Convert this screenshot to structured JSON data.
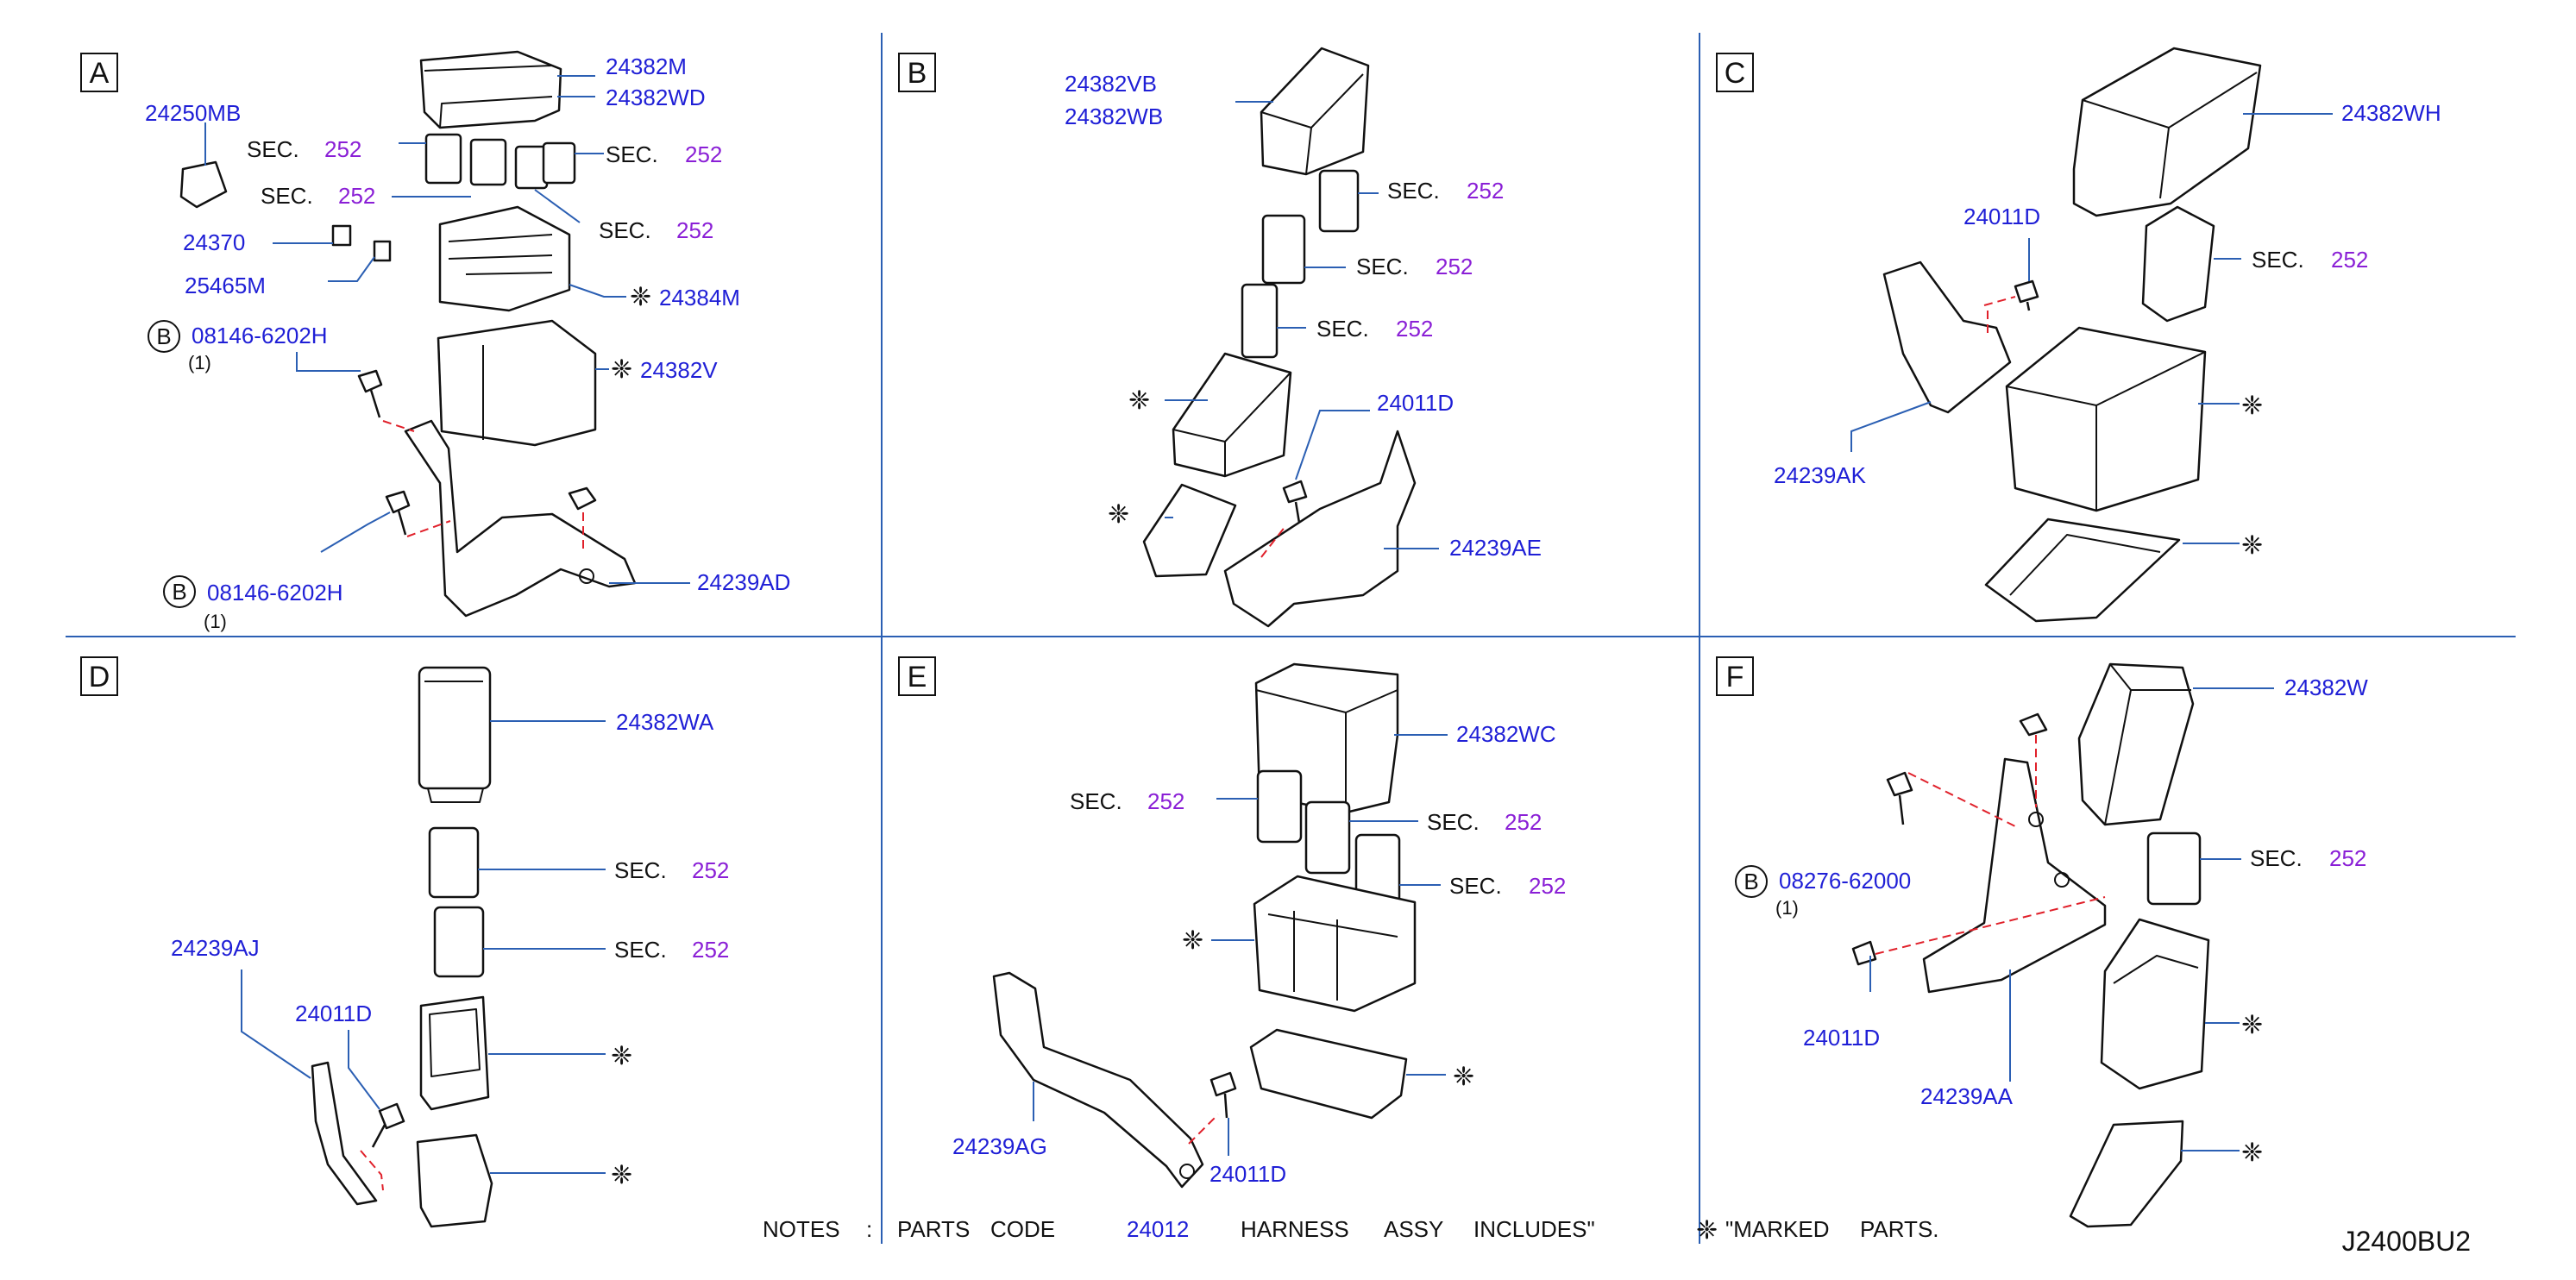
{
  "panels": [
    {
      "letter": "A"
    },
    {
      "letter": "B"
    },
    {
      "letter": "C"
    },
    {
      "letter": "D"
    },
    {
      "letter": "E"
    },
    {
      "letter": "F"
    }
  ],
  "sec_label": "SEC.",
  "sec_number": "252",
  "asterisk": "❈",
  "bolt_marker": "B",
  "panel_a": {
    "p1": "24382M",
    "p2": "24382WD",
    "p3": "24250MB",
    "p4": "24370",
    "p5": "25465M",
    "p6": "24384M",
    "p7": "24382V",
    "p8": "08146-6202H",
    "p8_qty": "(1)",
    "p9": "08146-6202H",
    "p9_qty": "(1)",
    "p10": "24239AD"
  },
  "panel_b": {
    "p1": "24382VB",
    "p2": "24382WB",
    "p3": "24011D",
    "p4": "24239AE"
  },
  "panel_c": {
    "p1": "24382WH",
    "p2": "24011D",
    "p3": "24239AK"
  },
  "panel_d": {
    "p1": "24382WA",
    "p2": "24239AJ",
    "p3": "24011D"
  },
  "panel_e": {
    "p1": "24382WC",
    "p2": "24239AG",
    "p3": "24011D"
  },
  "panel_f": {
    "p1": "24382W",
    "p2": "08276-62000",
    "p2_qty": "(1)",
    "p3": "24011D",
    "p4": "24239AA"
  },
  "notes": {
    "label": "NOTES",
    "colon": ":",
    "w1": "PARTS",
    "w2": "CODE",
    "code": "24012",
    "w3": "HARNESS",
    "w4": "ASSY",
    "w5": "INCLUDES\"",
    "marked": "\"MARKED",
    "parts": "PARTS."
  },
  "drawing_code": "J2400BU2"
}
